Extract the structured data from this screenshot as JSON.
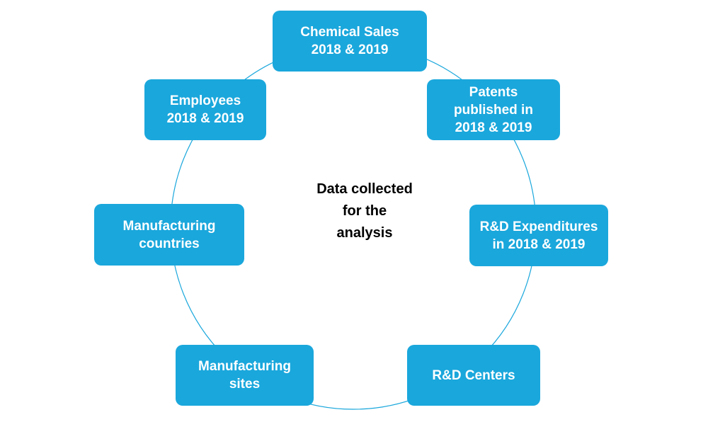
{
  "diagram": {
    "center_label": "Data collected\nfor the\nanalysis",
    "nodes": [
      {
        "label": "Chemical Sales\n2018 & 2019"
      },
      {
        "label": "Patents\npublished in\n2018 & 2019"
      },
      {
        "label": "R&D Expenditures\nin 2018 & 2019"
      },
      {
        "label": "R&D Centers"
      },
      {
        "label": "Manufacturing\nsites"
      },
      {
        "label": "Manufacturing\ncountries"
      },
      {
        "label": "Employees\n2018 & 2019"
      }
    ]
  },
  "colors": {
    "node_fill": "#1aa7dc",
    "node_text": "#ffffff",
    "ring_stroke": "#1aa7dc",
    "center_text": "#000000"
  }
}
